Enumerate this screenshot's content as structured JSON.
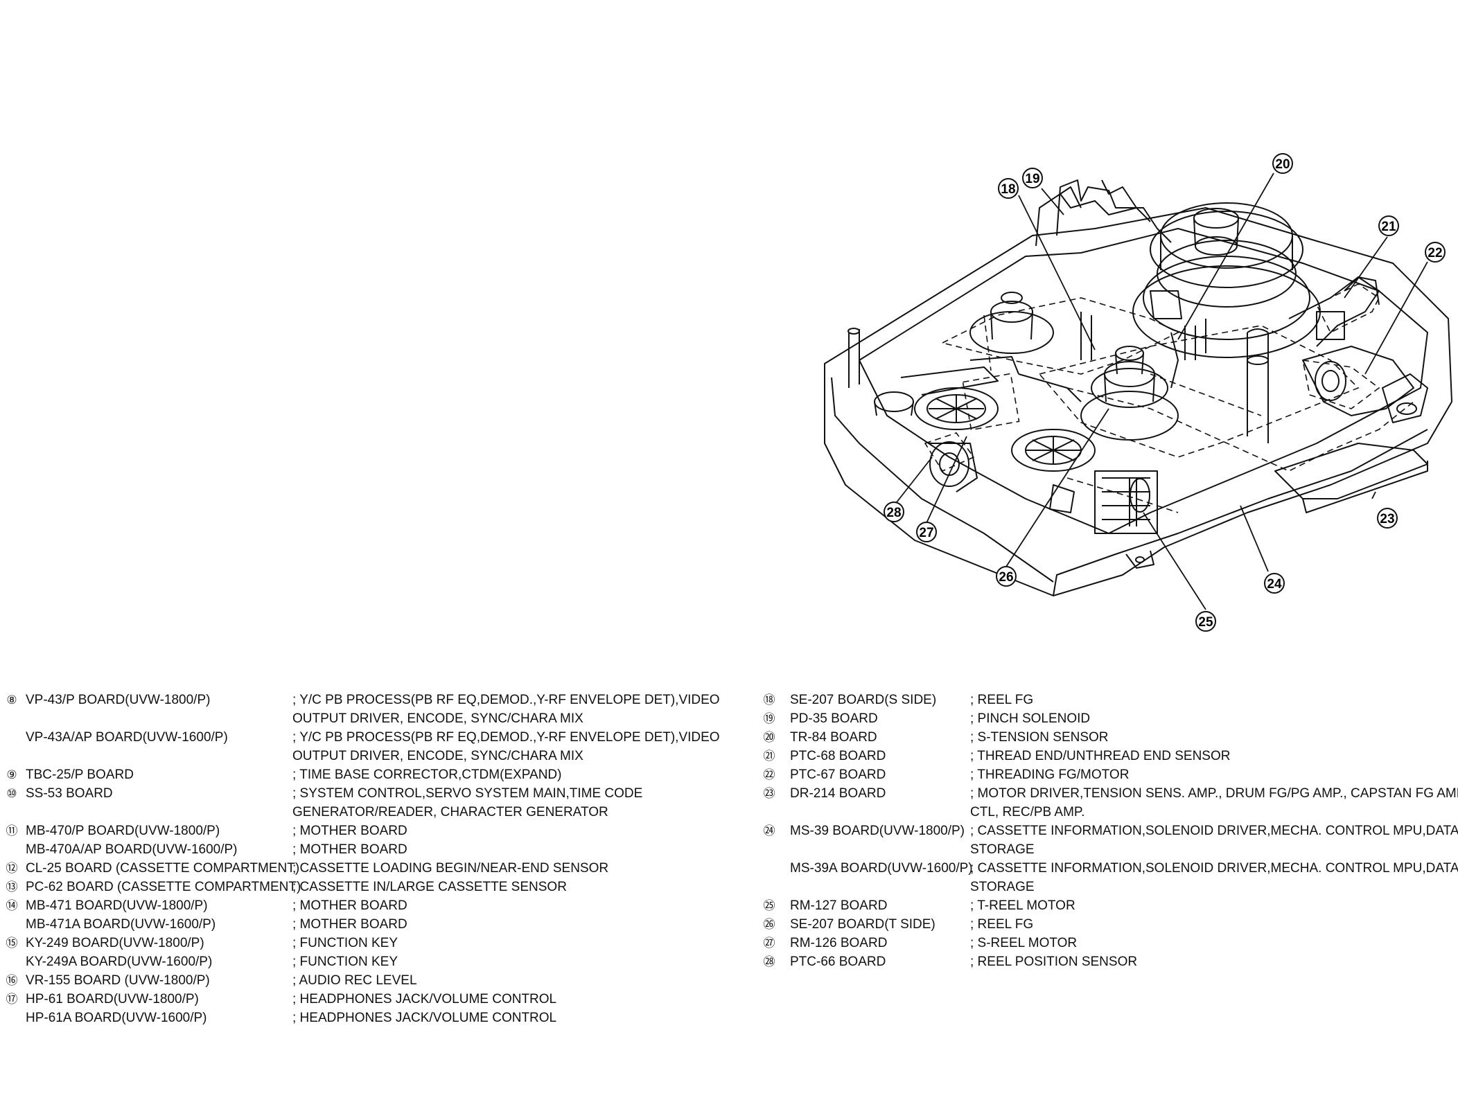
{
  "callouts": [
    {
      "label": "18"
    },
    {
      "label": "19"
    },
    {
      "label": "20"
    },
    {
      "label": "21"
    },
    {
      "label": "22"
    },
    {
      "label": "23"
    },
    {
      "label": "24"
    },
    {
      "label": "25"
    },
    {
      "label": "26"
    },
    {
      "label": "27"
    },
    {
      "label": "28"
    }
  ],
  "legend_left": [
    {
      "num": "⑧",
      "name": "VP-43/P BOARD(UVW-1800/P)",
      "desc": "; Y/C PB PROCESS(PB RF EQ,DEMOD.,Y-RF ENVELOPE DET),VIDEO"
    },
    {
      "num": "",
      "name": "",
      "desc": "OUTPUT  DRIVER, ENCODE, SYNC/CHARA MIX"
    },
    {
      "num": "",
      "name": "VP-43A/AP BOARD(UVW-1600/P)",
      "desc": "; Y/C PB PROCESS(PB RF EQ,DEMOD.,Y-RF ENVELOPE DET),VIDEO"
    },
    {
      "num": "",
      "name": "",
      "desc": "OUTPUT  DRIVER, ENCODE, SYNC/CHARA MIX"
    },
    {
      "num": "⑨",
      "name": "TBC-25/P BOARD",
      "desc": "; TIME BASE CORRECTOR,CTDM(EXPAND)"
    },
    {
      "num": "⑩",
      "name": "SS-53 BOARD",
      "desc": "; SYSTEM CONTROL,SERVO SYSTEM MAIN,TIME CODE"
    },
    {
      "num": "",
      "name": "",
      "desc": "GENERATOR/READER, CHARACTER GENERATOR"
    },
    {
      "num": "⑪",
      "name": "MB-470/P BOARD(UVW-1800/P)",
      "desc": "; MOTHER BOARD"
    },
    {
      "num": "",
      "name": "MB-470A/AP BOARD(UVW-1600/P)",
      "desc": "; MOTHER BOARD"
    },
    {
      "num": "⑫",
      "name": "CL-25 BOARD (CASSETTE COMPARTMENT)",
      "desc": "; CASSETTE LOADING BEGIN/NEAR-END SENSOR"
    },
    {
      "num": "⑬",
      "name": "PC-62 BOARD (CASSETTE COMPARTMENT)",
      "desc": "; CASSETTE IN/LARGE CASSETTE SENSOR"
    },
    {
      "num": "⑭",
      "name": "MB-471 BOARD(UVW-1800/P)",
      "desc": "; MOTHER BOARD"
    },
    {
      "num": "",
      "name": "MB-471A BOARD(UVW-1600/P)",
      "desc": "; MOTHER BOARD"
    },
    {
      "num": "⑮",
      "name": "KY-249 BOARD(UVW-1800/P)",
      "desc": "; FUNCTION KEY"
    },
    {
      "num": "",
      "name": "KY-249A BOARD(UVW-1600/P)",
      "desc": "; FUNCTION KEY"
    },
    {
      "num": "⑯",
      "name": "VR-155 BOARD (UVW-1800/P)",
      "desc": "; AUDIO REC LEVEL"
    },
    {
      "num": "⑰",
      "name": "HP-61 BOARD(UVW-1800/P)",
      "desc": "; HEADPHONES JACK/VOLUME CONTROL"
    },
    {
      "num": "",
      "name": "HP-61A BOARD(UVW-1600/P)",
      "desc": "; HEADPHONES JACK/VOLUME CONTROL"
    }
  ],
  "legend_right": [
    {
      "num": "⑱",
      "name": "SE-207 BOARD(S SIDE)",
      "desc": "; REEL FG"
    },
    {
      "num": "⑲",
      "name": "PD-35 BOARD",
      "desc": "; PINCH SOLENOID"
    },
    {
      "num": "⑳",
      "name": "TR-84 BOARD",
      "desc": "; S-TENSION SENSOR"
    },
    {
      "num": "㉑",
      "name": "PTC-68 BOARD",
      "desc": "; THREAD END/UNTHREAD END SENSOR"
    },
    {
      "num": "㉒",
      "name": "PTC-67 BOARD",
      "desc": "; THREADING FG/MOTOR"
    },
    {
      "num": "㉓",
      "name": "DR-214 BOARD",
      "desc": "; MOTOR DRIVER,TENSION SENS. AMP., DRUM FG/PG AMP., CAPSTAN FG AMP.,"
    },
    {
      "num": "",
      "name": "",
      "desc": "CTL,    REC/PB AMP."
    },
    {
      "num": "㉔",
      "name": "MS-39 BOARD(UVW-1800/P)",
      "desc": "; CASSETTE INFORMATION,SOLENOID DRIVER,MECHA. CONTROL MPU,DATA"
    },
    {
      "num": "",
      "name": "",
      "desc": "STORAGE"
    },
    {
      "num": "",
      "name": "MS-39A BOARD(UVW-1600/P)",
      "desc": "; CASSETTE INFORMATION,SOLENOID DRIVER,MECHA. CONTROL MPU,DATA"
    },
    {
      "num": "",
      "name": "",
      "desc": "STORAGE"
    },
    {
      "num": "㉕",
      "name": "RM-127 BOARD",
      "desc": "; T-REEL MOTOR"
    },
    {
      "num": "㉖",
      "name": "SE-207 BOARD(T SIDE)",
      "desc": "; REEL FG"
    },
    {
      "num": "㉗",
      "name": "RM-126 BOARD",
      "desc": "; S-REEL MOTOR"
    },
    {
      "num": "㉘",
      "name": "PTC-66 BOARD",
      "desc": "; REEL POSITION SENSOR"
    }
  ]
}
